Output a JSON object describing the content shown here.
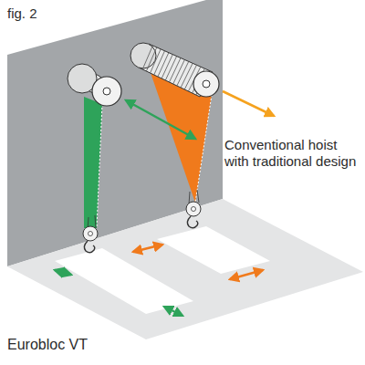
{
  "diagram": {
    "labels": [
      "fig. 2",
      "Conventional hoist with traditional design",
      "Eurobloc VT"
    ]
  }
}
